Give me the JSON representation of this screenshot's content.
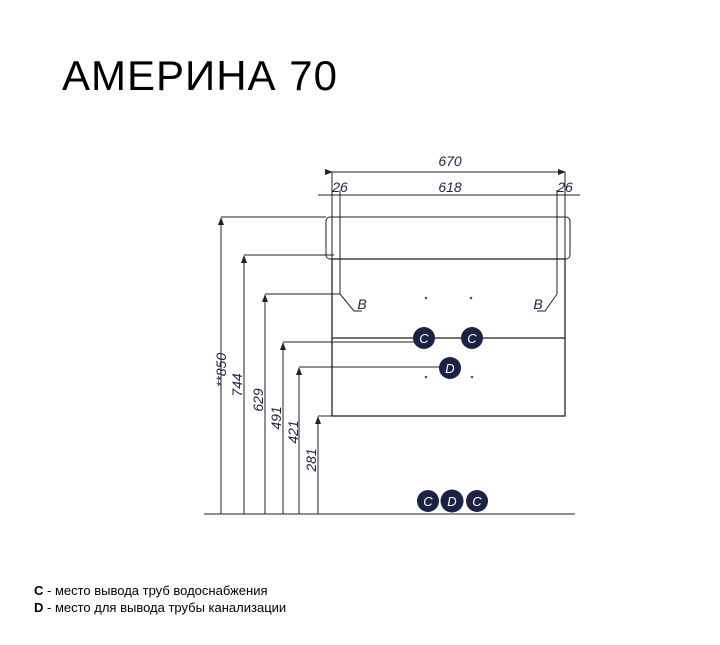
{
  "title": "АМЕРИНА 70",
  "dimensions": {
    "total_width": "670",
    "inner_width": "618",
    "left_offset": "26",
    "right_offset": "26",
    "h850": "**850",
    "h744": "744",
    "h629": "629",
    "h491": "491",
    "h421": "421",
    "h281": "281"
  },
  "markers": {
    "b": "B",
    "c": "C",
    "d": "D"
  },
  "legend": [
    {
      "key": "C",
      "text": " - место вывода труб водоснабжения"
    },
    {
      "key": "D",
      "text": " - место для вывода трубы канализации"
    }
  ],
  "colors": {
    "marker": "#1b2246",
    "line": "#222"
  }
}
